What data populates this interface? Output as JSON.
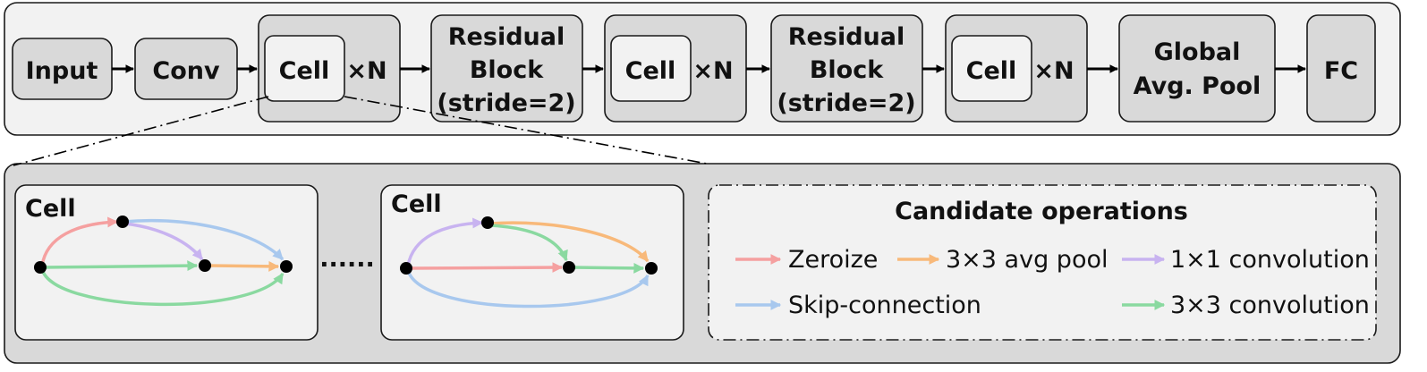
{
  "pipeline": {
    "input": "Input",
    "conv": "Conv",
    "cell": "Cell",
    "times_n": "×N",
    "residual_line1": "Residual",
    "residual_line2": "Block",
    "residual_line3": "(stride=2)",
    "pool_line1": "Global",
    "pool_line2": "Avg. Pool",
    "fc": "FC"
  },
  "detail": {
    "cell_title": "Cell",
    "ellipsis": "......"
  },
  "legend": {
    "title": "Candidate operations",
    "items": [
      {
        "label": "Zeroize",
        "color": "#f5a0a0"
      },
      {
        "label": "3×3 avg pool",
        "color": "#f8b97a"
      },
      {
        "label": "1×1 convolution",
        "color": "#c8b3f0"
      },
      {
        "label": "Skip-connection",
        "color": "#a8c8ee"
      },
      {
        "label": "3×3 convolution",
        "color": "#8ad9a0"
      }
    ]
  },
  "colors": {
    "zeroize": "#f5a0a0",
    "avg_pool": "#f8b97a",
    "conv1x1": "#c8b3f0",
    "skip": "#a8c8ee",
    "conv3x3": "#8ad9a0",
    "block_fill": "#d9d9d9",
    "panel_fill": "#f2f2f2"
  }
}
